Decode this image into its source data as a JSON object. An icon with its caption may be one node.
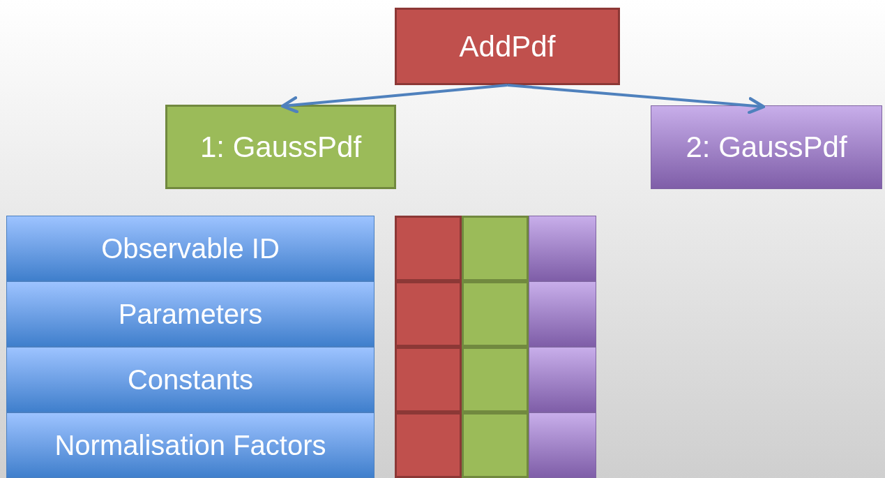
{
  "diagram": {
    "nodes": [
      {
        "text": [
          "AddPdf"
        ]
      },
      {
        "text": [
          "1: GaussPdf"
        ]
      },
      {
        "text": [
          "2: GaussPdf"
        ]
      },
      {
        "text": [
          "Observable ID"
        ]
      },
      {
        "text": [],
        "shape": "box"
      },
      {
        "text": [],
        "shape": "box"
      },
      {
        "text": [],
        "shape": "box"
      },
      {
        "text": [
          "Parameters"
        ]
      },
      {
        "text": [],
        "shape": "box"
      },
      {
        "text": [],
        "shape": "box"
      },
      {
        "text": [],
        "shape": "box"
      },
      {
        "text": [
          "Constants"
        ]
      },
      {
        "text": [],
        "shape": "box"
      },
      {
        "text": [],
        "shape": "box"
      },
      {
        "text": [],
        "shape": "box"
      },
      {
        "text": [
          "Normalisation Factors"
        ]
      },
      {
        "text": [],
        "shape": "box"
      },
      {
        "text": [],
        "shape": "box"
      },
      {
        "text": [],
        "shape": "box"
      }
    ],
    "edges": [
      {
        "from": 0,
        "to": 1,
        "arrow": "to"
      },
      {
        "from": 0,
        "to": 2,
        "arrow": "to"
      }
    ]
  }
}
